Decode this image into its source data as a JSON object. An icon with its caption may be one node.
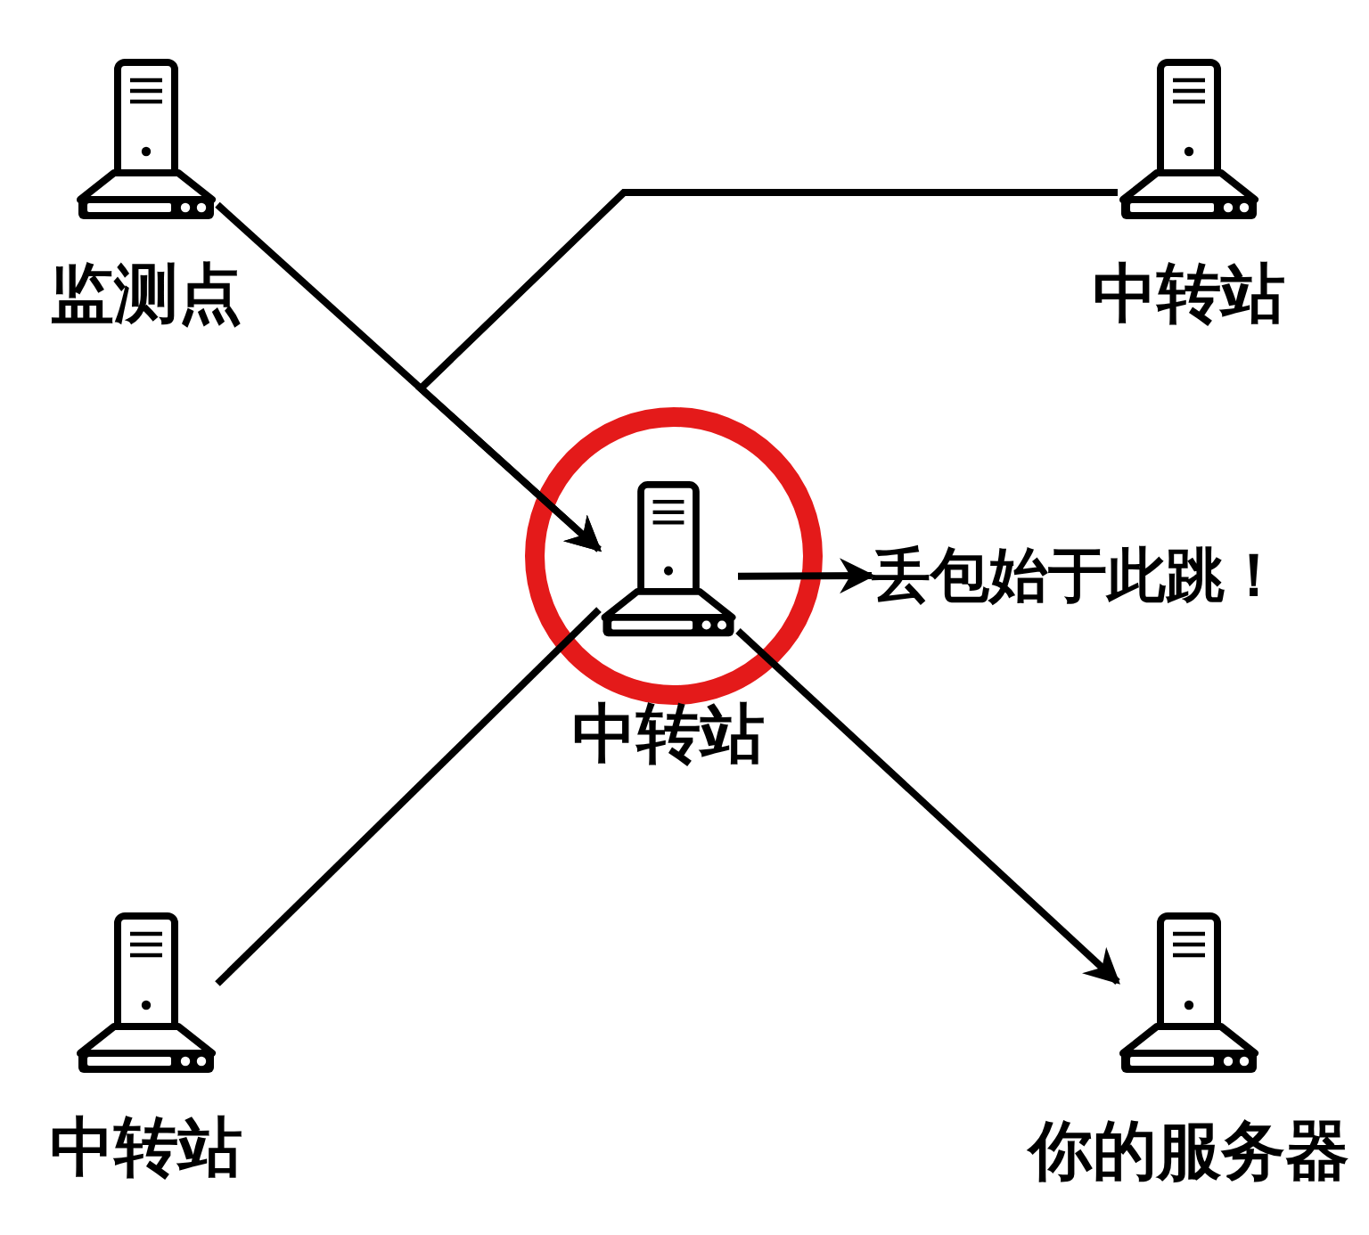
{
  "diagram": {
    "nodes": [
      {
        "text": [
          "监测点"
        ]
      },
      {
        "text": [
          "中转站"
        ]
      },
      {
        "text": [
          "中转站"
        ]
      },
      {
        "text": [
          "丢包始于此跳！"
        ]
      },
      {
        "text": [
          "中转站"
        ]
      },
      {
        "text": [
          "你的服务器"
        ]
      }
    ],
    "edges": [
      {
        "from": 0,
        "to": 2,
        "arrow": "to"
      },
      {
        "from": 1,
        "to": 2,
        "arrow": "to"
      },
      {
        "from": 4,
        "to": 2,
        "arrow": "none"
      },
      {
        "from": 2,
        "to": 5,
        "arrow": "to"
      },
      {
        "from": 2,
        "to": 3,
        "arrow": "to"
      }
    ]
  }
}
